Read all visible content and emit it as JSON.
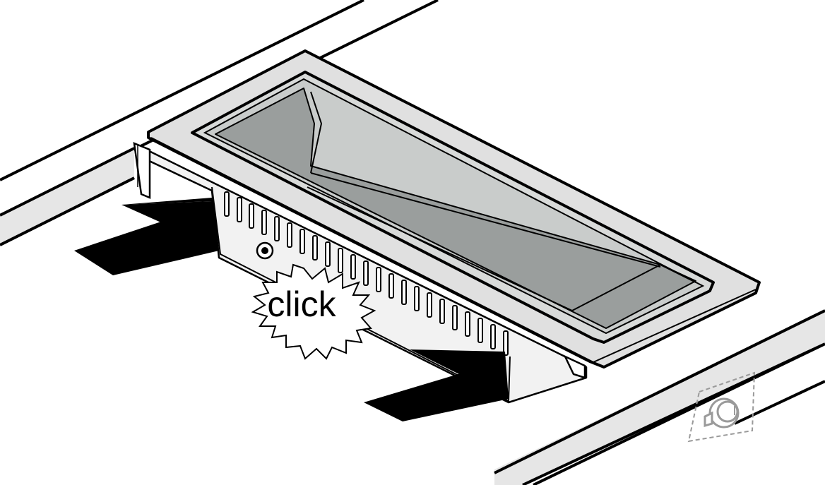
{
  "illustration": {
    "callout_text": "click",
    "colors": {
      "outline": "#000000",
      "countertop": "#ffffff",
      "frame": "#e0e0e0",
      "basin_floor": "#9a9e9d",
      "basin_wall": "#c9cccb",
      "housing": "#f2f2f2",
      "knob": "#9a9a9a"
    },
    "icons": [
      "push-arrow",
      "click-burst",
      "control-knob"
    ]
  }
}
